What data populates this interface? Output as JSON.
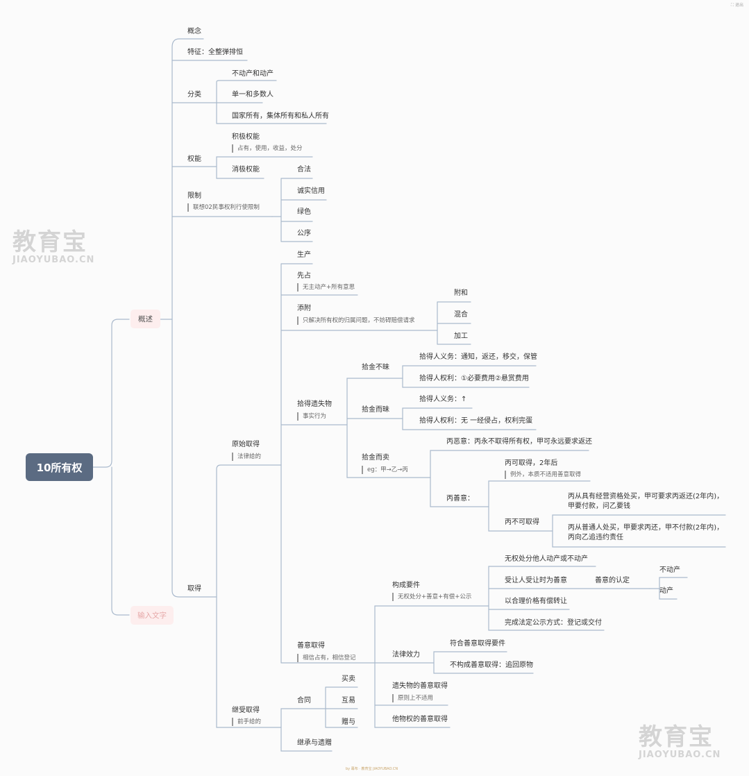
{
  "topright": "⛶ 退出",
  "root": "10所有权",
  "l1": {
    "gaishu": "概述",
    "input": "输入文字"
  },
  "gaishu": {
    "concept": "概念",
    "feature": "特征：全整弹排恒",
    "classify": "分类",
    "classify_items": [
      "不动产和动产",
      "单一和多数人",
      "国家所有，集体所有和私人所有"
    ],
    "power": "权能",
    "positive": "积极权能",
    "positive_note": "占有，使用，收益，处分",
    "negative": "消极权能",
    "limit": "限制",
    "limit_note": "联想02民事权利行使限制",
    "limit_items": [
      "合法",
      "诚实信用",
      "绿色",
      "公序"
    ],
    "acquire": "取得"
  },
  "original": {
    "label": "原始取得",
    "note": "法律给的",
    "produce": "生产",
    "occupy": "先占",
    "occupy_note": "无主动产+所有意思",
    "attach": "添附",
    "attach_note": "只解决所有权的归属问题，不妨碍赔偿请求",
    "attach_items": [
      "附和",
      "混合",
      "加工"
    ],
    "lost": "拾得遗失物",
    "lost_note": "事实行为",
    "honest": "拾金不昧",
    "honest_items": [
      "拾得人义务：通知，返还，移交，保管",
      "拾得人权利：①必要费用②悬赏费用"
    ],
    "dishonest": "拾金而昧",
    "dishonest_items": [
      "拾得人义务：↑",
      "拾得人权利：无 一经侵占，权利完蛋"
    ],
    "sell": "拾金而卖",
    "sell_note": "eg：甲→乙→丙",
    "bad_faith": "丙恶意：丙永不取得所有权，甲可永远要求返还",
    "good_faith": "丙善意：",
    "can_get": "丙可取得，2年后",
    "can_get_note": "例外，本质不适用善意取得",
    "cannot_get": "丙不可取得",
    "case1": "丙从具有经营资格处买，甲可要求丙返还(2年内)，甲要付款，问乙要钱",
    "case2": "丙从普通人处买，甲要求丙还，甲不付款(2年内)，丙向乙追违约责任"
  },
  "good": {
    "label": "善意取得",
    "note": "相信占有，相信登记",
    "elements": "构成要件",
    "elements_note": "无权处分+善意+有偿+公示",
    "e1": "无权处分他人动产或不动产",
    "e2": "受让人受让时为善意",
    "e2_sub": "善意的认定",
    "e2_items": [
      "不动产",
      "动产"
    ],
    "e3": "以合理价格有偿转让",
    "e4": "完成法定公示方式：登记或交付",
    "effect": "法律效力",
    "effect_items": [
      "符合善意取得要件",
      "不构成善意取得：追回原物"
    ],
    "lost": "遗失物的善意取得",
    "lost_note": "原则上不适用",
    "other": "他物权的善意取得"
  },
  "inherit": {
    "label": "继受取得",
    "note": "前手给的",
    "contract": "合同",
    "contract_items": [
      "买卖",
      "互易",
      "赠与"
    ],
    "succession": "继承与遗赠"
  },
  "watermark": {
    "name": "教育宝",
    "url": "JIAOYUBAO.CN"
  },
  "footer": "by 幕布 · 教育宝 JIAOYUBAO.CN"
}
